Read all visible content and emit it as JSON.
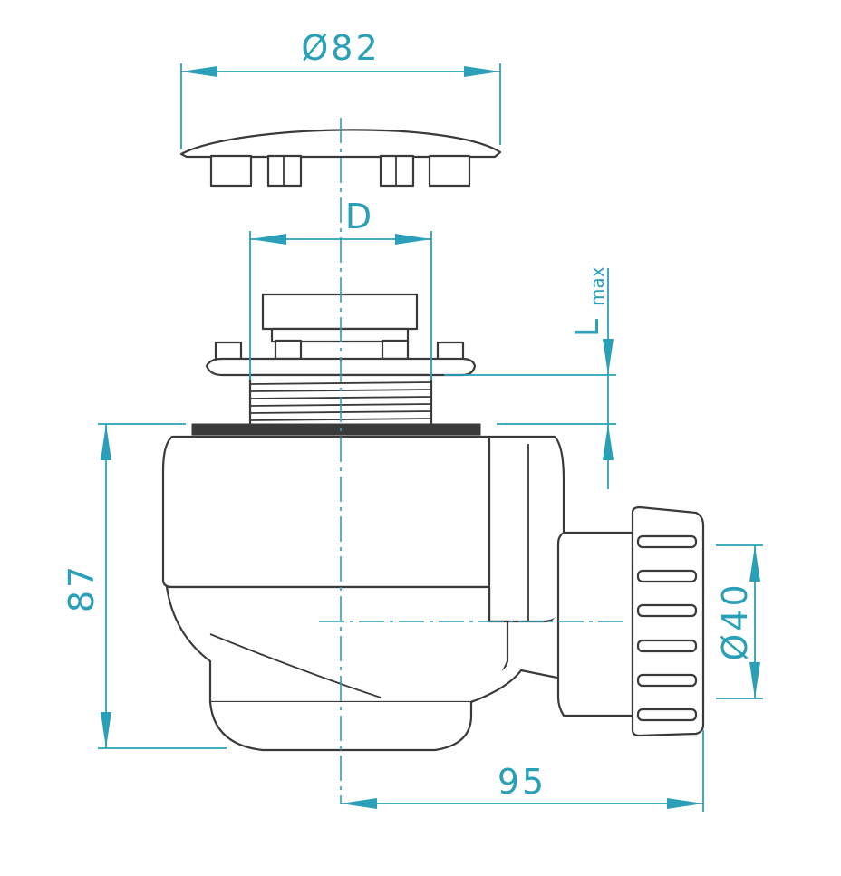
{
  "colors": {
    "dimension": "#2aa0b8",
    "outline": "#3a3a3a",
    "background": "#ffffff"
  },
  "labels": {
    "cover_diameter": "Ø82",
    "grate_diameter": "D",
    "length_max": "L",
    "length_max_sub": "max",
    "height": "87",
    "outlet_diameter": "Ø40",
    "horizontal_offset": "95"
  }
}
